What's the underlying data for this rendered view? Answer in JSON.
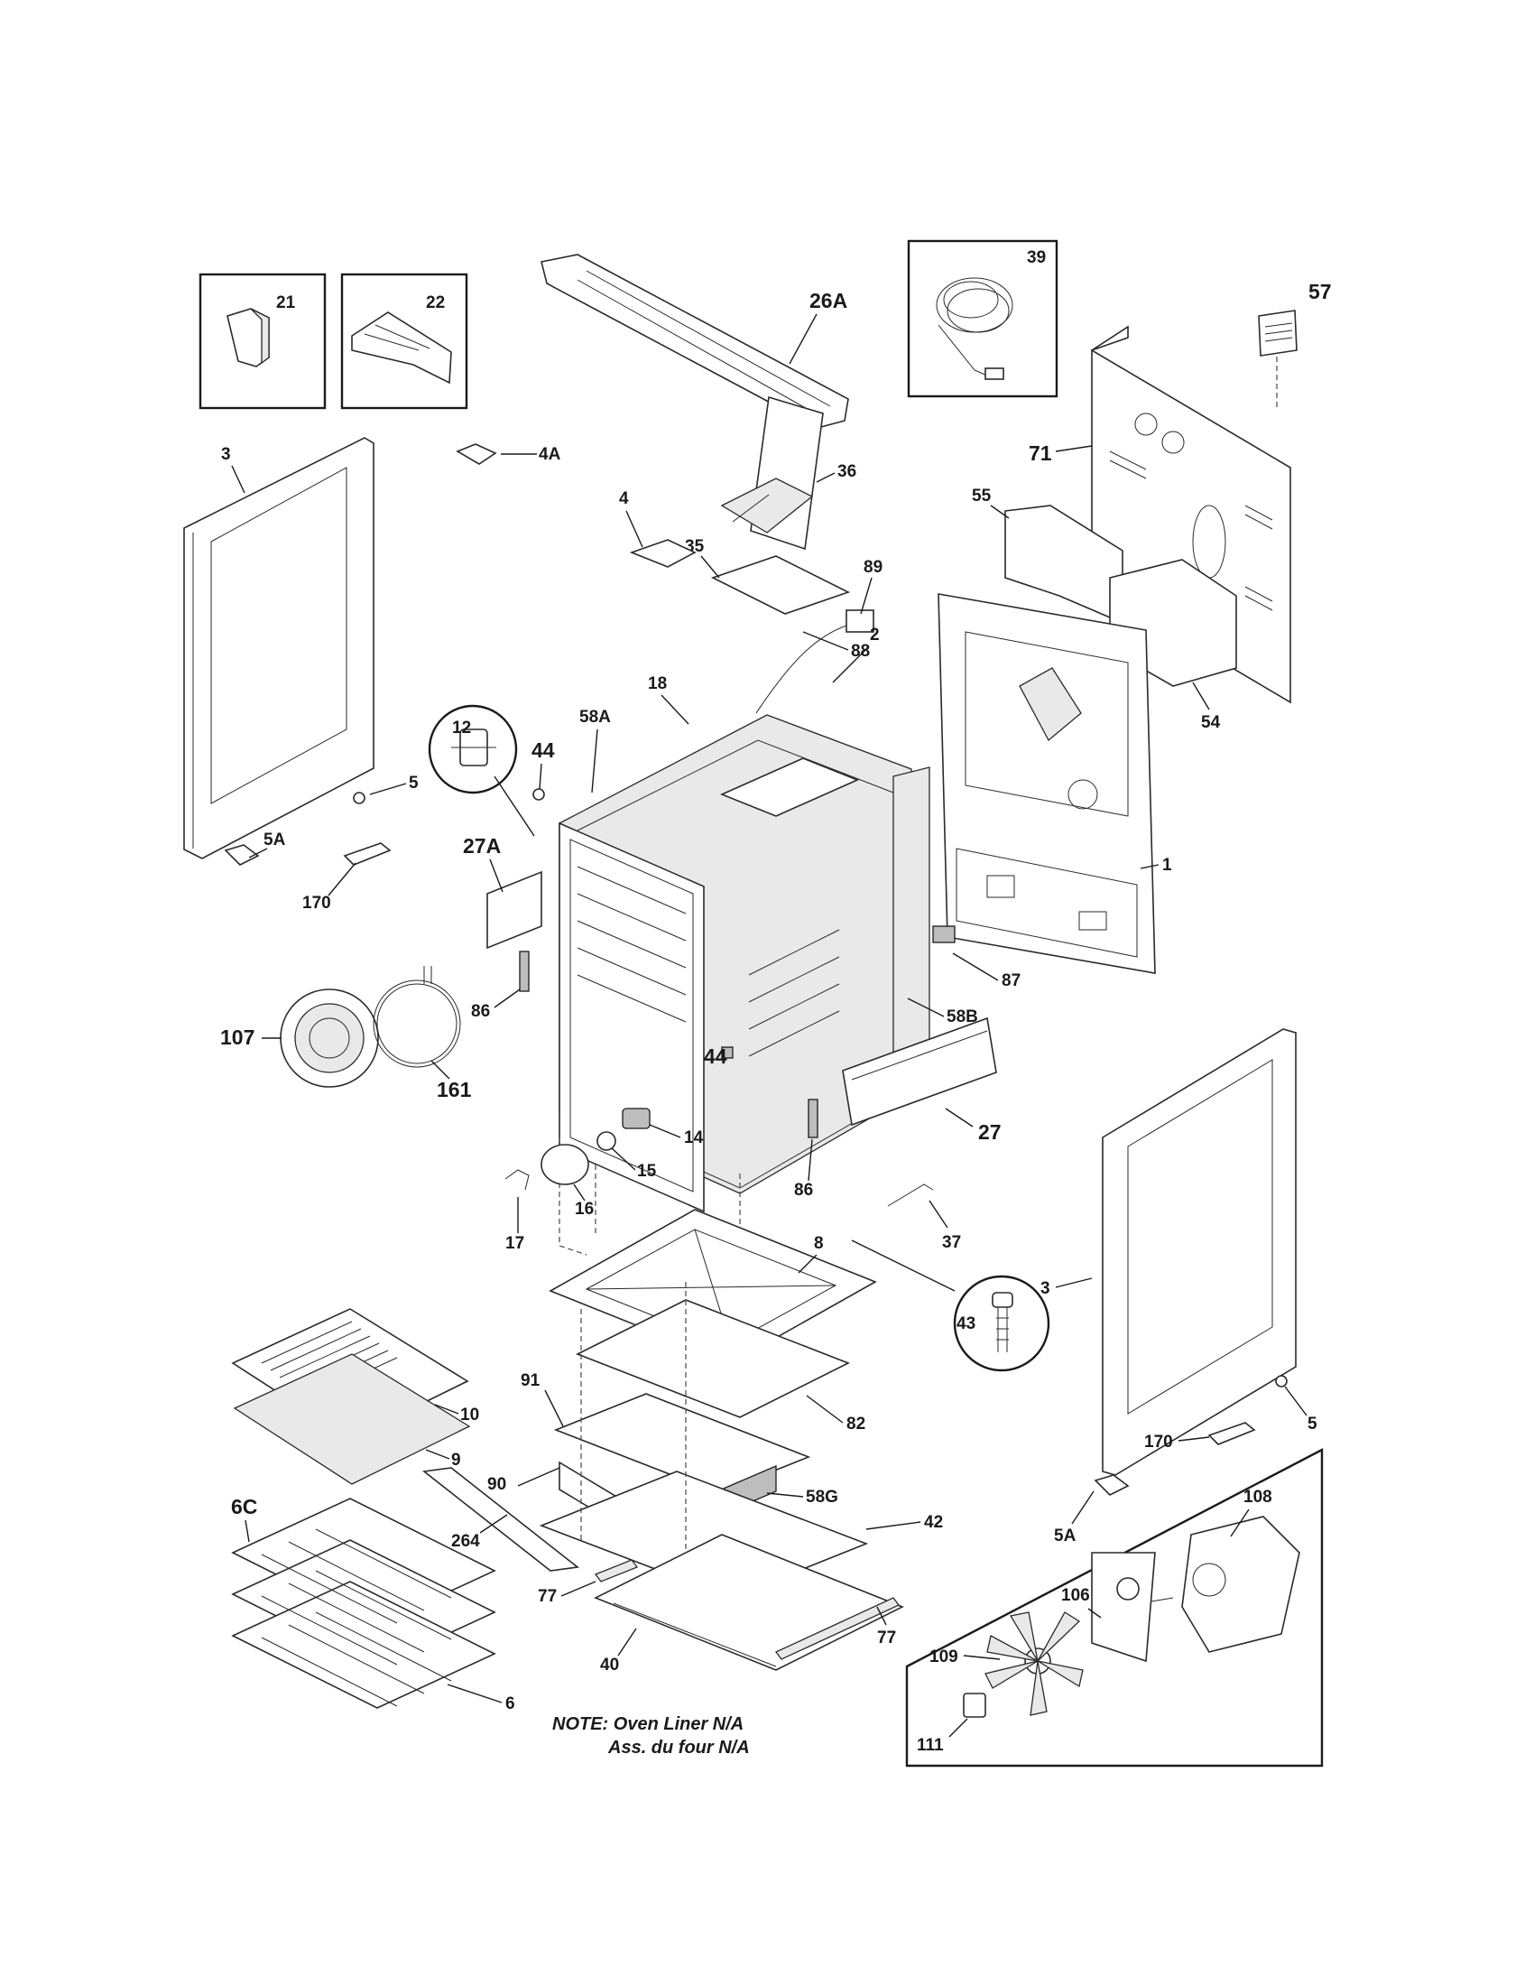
{
  "diagram": {
    "note_line1": "NOTE: Oven Liner N/A",
    "note_line2": "Ass. du four N/A",
    "labels": {
      "p21": "21",
      "p22": "22",
      "p26A": "26A",
      "p39": "39",
      "p57": "57",
      "p3_left": "3",
      "p4A": "4A",
      "p71": "71",
      "p36": "36",
      "p4": "4",
      "p55": "55",
      "p35": "35",
      "p89": "89",
      "p88": "88",
      "p54": "54",
      "p12": "12",
      "p44_top": "44",
      "p58A": "58A",
      "p18": "18",
      "p2": "2",
      "p5_left": "5",
      "p5A_left": "5A",
      "p27A": "27A",
      "p170_left": "170",
      "p1": "1",
      "p87": "87",
      "p86_left": "86",
      "p58B": "58B",
      "p107": "107",
      "p161": "161",
      "p44_mid": "44",
      "p27": "27",
      "p14": "14",
      "p15": "15",
      "p86_right": "86",
      "p16": "16",
      "p17": "17",
      "p37": "37",
      "p8": "8",
      "p3_right": "3",
      "p43": "43",
      "p10": "10",
      "p91": "91",
      "p82": "82",
      "p9": "9",
      "p58G": "58G",
      "p5_right": "5",
      "p170_right": "170",
      "p108": "108",
      "p6C": "6C",
      "p90": "90",
      "p42": "42",
      "p264": "264",
      "p5A_right": "5A",
      "p106": "106",
      "p77_left": "77",
      "p77_right": "77",
      "p109": "109",
      "p40": "40",
      "p6": "6",
      "p111": "111"
    }
  }
}
